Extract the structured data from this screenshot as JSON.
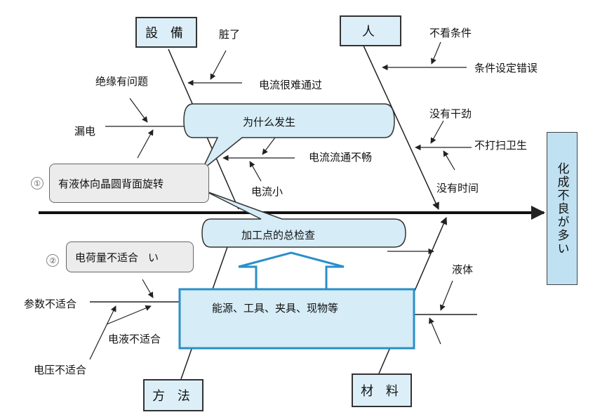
{
  "categories": {
    "equipment": "設 備",
    "people": "人",
    "method": "方 法",
    "material": "材 料"
  },
  "effect": "化成不良が多い",
  "causes": {
    "dirty": "脏了",
    "insulation": "绝缘有问题",
    "current_hard": "电流很难通过",
    "leak": "漏电",
    "current_flow_bad": "电流流通不畅",
    "current_small": "电流小",
    "no_check": "不看条件",
    "condition_error": "条件设定错误",
    "no_energy": "没有干劲",
    "no_clean": "不打扫卫生",
    "no_time": "没有时间",
    "liquid": "液体",
    "param_bad": "参数不适合",
    "electrolyte_bad": "电液不适合",
    "voltage_bad": "电压不适合"
  },
  "callouts": {
    "why": "为什么发生",
    "inspection": "加工点的总检查",
    "resources": "能源、工具、夹具、现物等"
  },
  "hypotheses": [
    {
      "num": "①",
      "text": "有液体向晶圆背面旋转"
    },
    {
      "num": "②",
      "text": "电荷量不适合",
      "tail": "い"
    }
  ]
}
